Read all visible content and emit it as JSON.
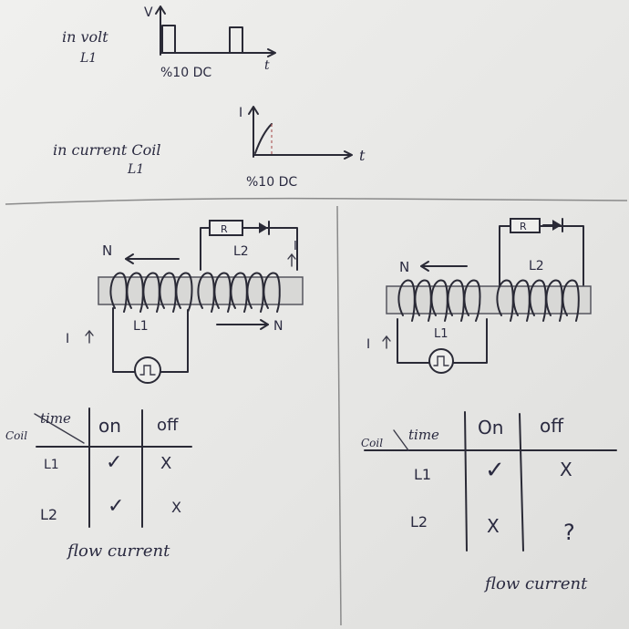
{
  "top": {
    "volt_label_line1": "in volt",
    "volt_label_line2": "L1",
    "volt_axis_y": "V",
    "volt_axis_x": "t",
    "volt_dc": "%10 DC",
    "current_label_line1": "in current Coil",
    "current_label_line2": "L1",
    "current_axis_y": "I",
    "current_axis_x": "t",
    "current_dc": "%10 DC"
  },
  "left_circuit": {
    "resistor": "R",
    "coil2": "L2",
    "coil1": "L1",
    "pole_left": "N",
    "pole_right": "N",
    "current_right": "I",
    "current_left": "I"
  },
  "right_circuit": {
    "resistor": "R",
    "coil2": "L2",
    "coil1": "L1",
    "pole_left": "N",
    "current_left": "I"
  },
  "left_table": {
    "header_time": "time",
    "header_coil": "Coil",
    "col_on": "on",
    "col_off": "off",
    "rows": [
      {
        "coil": "L1",
        "on": "✓",
        "off": "X"
      },
      {
        "coil": "L2",
        "on": "✓",
        "off": "X"
      }
    ],
    "caption": "flow current"
  },
  "right_table": {
    "header_time": "time",
    "header_coil": "Coil",
    "col_on": "On",
    "col_off": "off",
    "rows": [
      {
        "coil": "L1",
        "on": "✓",
        "off": "X"
      },
      {
        "coil": "L2",
        "on": "X",
        "off": "?"
      }
    ],
    "caption": "flow current"
  }
}
